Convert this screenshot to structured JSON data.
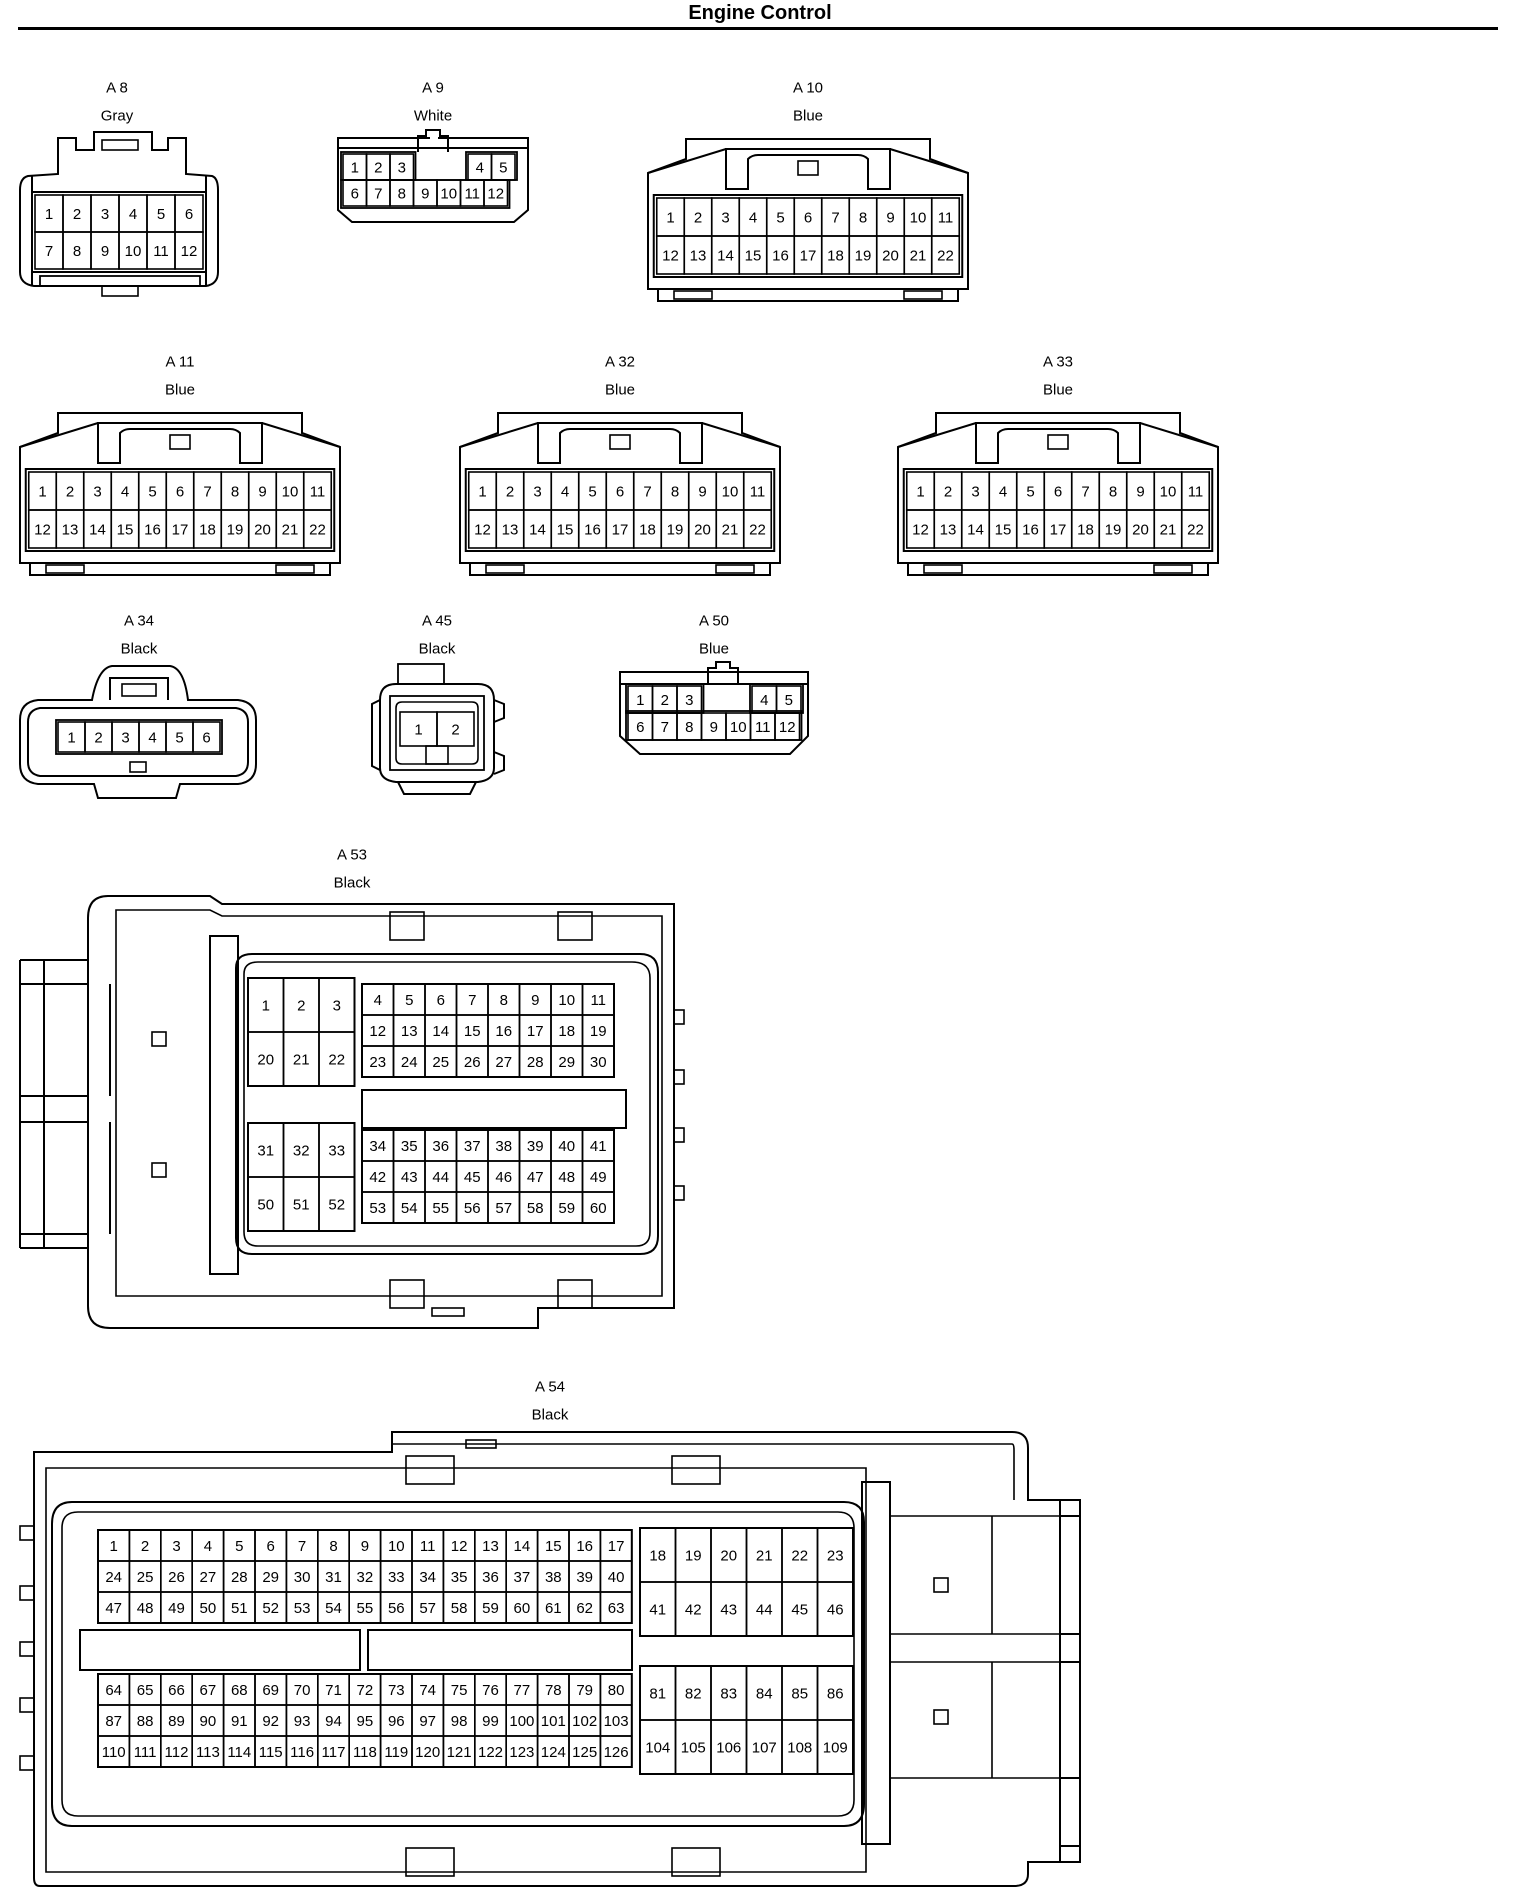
{
  "title": "Engine Control",
  "connectors": [
    {
      "id": "A 8",
      "color": "Gray",
      "pins": 12,
      "rows": [
        [
          1,
          2,
          3,
          4,
          5,
          6
        ],
        [
          7,
          8,
          9,
          10,
          11,
          12
        ]
      ]
    },
    {
      "id": "A 9",
      "color": "White",
      "pins": 12,
      "rows": [
        [
          1,
          2,
          3,
          4,
          5
        ],
        [
          6,
          7,
          8,
          9,
          10,
          11,
          12
        ]
      ]
    },
    {
      "id": "A 10",
      "color": "Blue",
      "pins": 22,
      "rows": [
        [
          1,
          2,
          3,
          4,
          5,
          6,
          7,
          8,
          9,
          10,
          11
        ],
        [
          12,
          13,
          14,
          15,
          16,
          17,
          18,
          19,
          20,
          21,
          22
        ]
      ]
    },
    {
      "id": "A 11",
      "color": "Blue",
      "pins": 22,
      "rows": [
        [
          1,
          2,
          3,
          4,
          5,
          6,
          7,
          8,
          9,
          10,
          11
        ],
        [
          12,
          13,
          14,
          15,
          16,
          17,
          18,
          19,
          20,
          21,
          22
        ]
      ]
    },
    {
      "id": "A 32",
      "color": "Blue",
      "pins": 22,
      "rows": [
        [
          1,
          2,
          3,
          4,
          5,
          6,
          7,
          8,
          9,
          10,
          11
        ],
        [
          12,
          13,
          14,
          15,
          16,
          17,
          18,
          19,
          20,
          21,
          22
        ]
      ]
    },
    {
      "id": "A 33",
      "color": "Blue",
      "pins": 22,
      "rows": [
        [
          1,
          2,
          3,
          4,
          5,
          6,
          7,
          8,
          9,
          10,
          11
        ],
        [
          12,
          13,
          14,
          15,
          16,
          17,
          18,
          19,
          20,
          21,
          22
        ]
      ]
    },
    {
      "id": "A 34",
      "color": "Black",
      "pins": 6,
      "rows": [
        [
          1,
          2,
          3,
          4,
          5,
          6
        ]
      ]
    },
    {
      "id": "A 45",
      "color": "Black",
      "pins": 2,
      "rows": [
        [
          1,
          2
        ]
      ]
    },
    {
      "id": "A 50",
      "color": "Blue",
      "pins": 12,
      "rows": [
        [
          1,
          2,
          3,
          4,
          5
        ],
        [
          6,
          7,
          8,
          9,
          10,
          11,
          12
        ]
      ]
    },
    {
      "id": "A 53",
      "color": "Black",
      "pins": 60,
      "blocks": [
        [
          [
            1,
            2,
            3
          ],
          [
            20,
            21,
            22
          ]
        ],
        [
          [
            4,
            5,
            6,
            7,
            8,
            9,
            10,
            11
          ],
          [
            12,
            13,
            14,
            15,
            16,
            17,
            18,
            19
          ],
          [
            23,
            24,
            25,
            26,
            27,
            28,
            29,
            30
          ]
        ],
        [
          [
            31,
            32,
            33
          ],
          [
            50,
            51,
            52
          ]
        ],
        [
          [
            34,
            35,
            36,
            37,
            38,
            39,
            40,
            41
          ],
          [
            42,
            43,
            44,
            45,
            46,
            47,
            48,
            49
          ],
          [
            53,
            54,
            55,
            56,
            57,
            58,
            59,
            60
          ]
        ]
      ]
    },
    {
      "id": "A 54",
      "color": "Black",
      "pins": 126,
      "blocks": [
        [
          [
            1,
            2,
            3,
            4,
            5,
            6,
            7,
            8,
            9,
            10,
            11,
            12,
            13,
            14,
            15,
            16,
            17
          ],
          [
            24,
            25,
            26,
            27,
            28,
            29,
            30,
            31,
            32,
            33,
            34,
            35,
            36,
            37,
            38,
            39,
            40
          ],
          [
            47,
            48,
            49,
            50,
            51,
            52,
            53,
            54,
            55,
            56,
            57,
            58,
            59,
            60,
            61,
            62,
            63
          ]
        ],
        [
          [
            18,
            19,
            20,
            21,
            22,
            23
          ],
          [
            41,
            42,
            43,
            44,
            45,
            46
          ]
        ],
        [
          [
            64,
            65,
            66,
            67,
            68,
            69,
            70,
            71,
            72,
            73,
            74,
            75,
            76,
            77,
            78,
            79,
            80
          ],
          [
            87,
            88,
            89,
            90,
            91,
            92,
            93,
            94,
            95,
            96,
            97,
            98,
            99,
            100,
            101,
            102,
            103
          ],
          [
            110,
            111,
            112,
            113,
            114,
            115,
            116,
            117,
            118,
            119,
            120,
            121,
            122,
            123,
            124,
            125,
            126
          ]
        ],
        [
          [
            81,
            82,
            83,
            84,
            85,
            86
          ],
          [
            104,
            105,
            106,
            107,
            108,
            109
          ]
        ]
      ]
    }
  ]
}
